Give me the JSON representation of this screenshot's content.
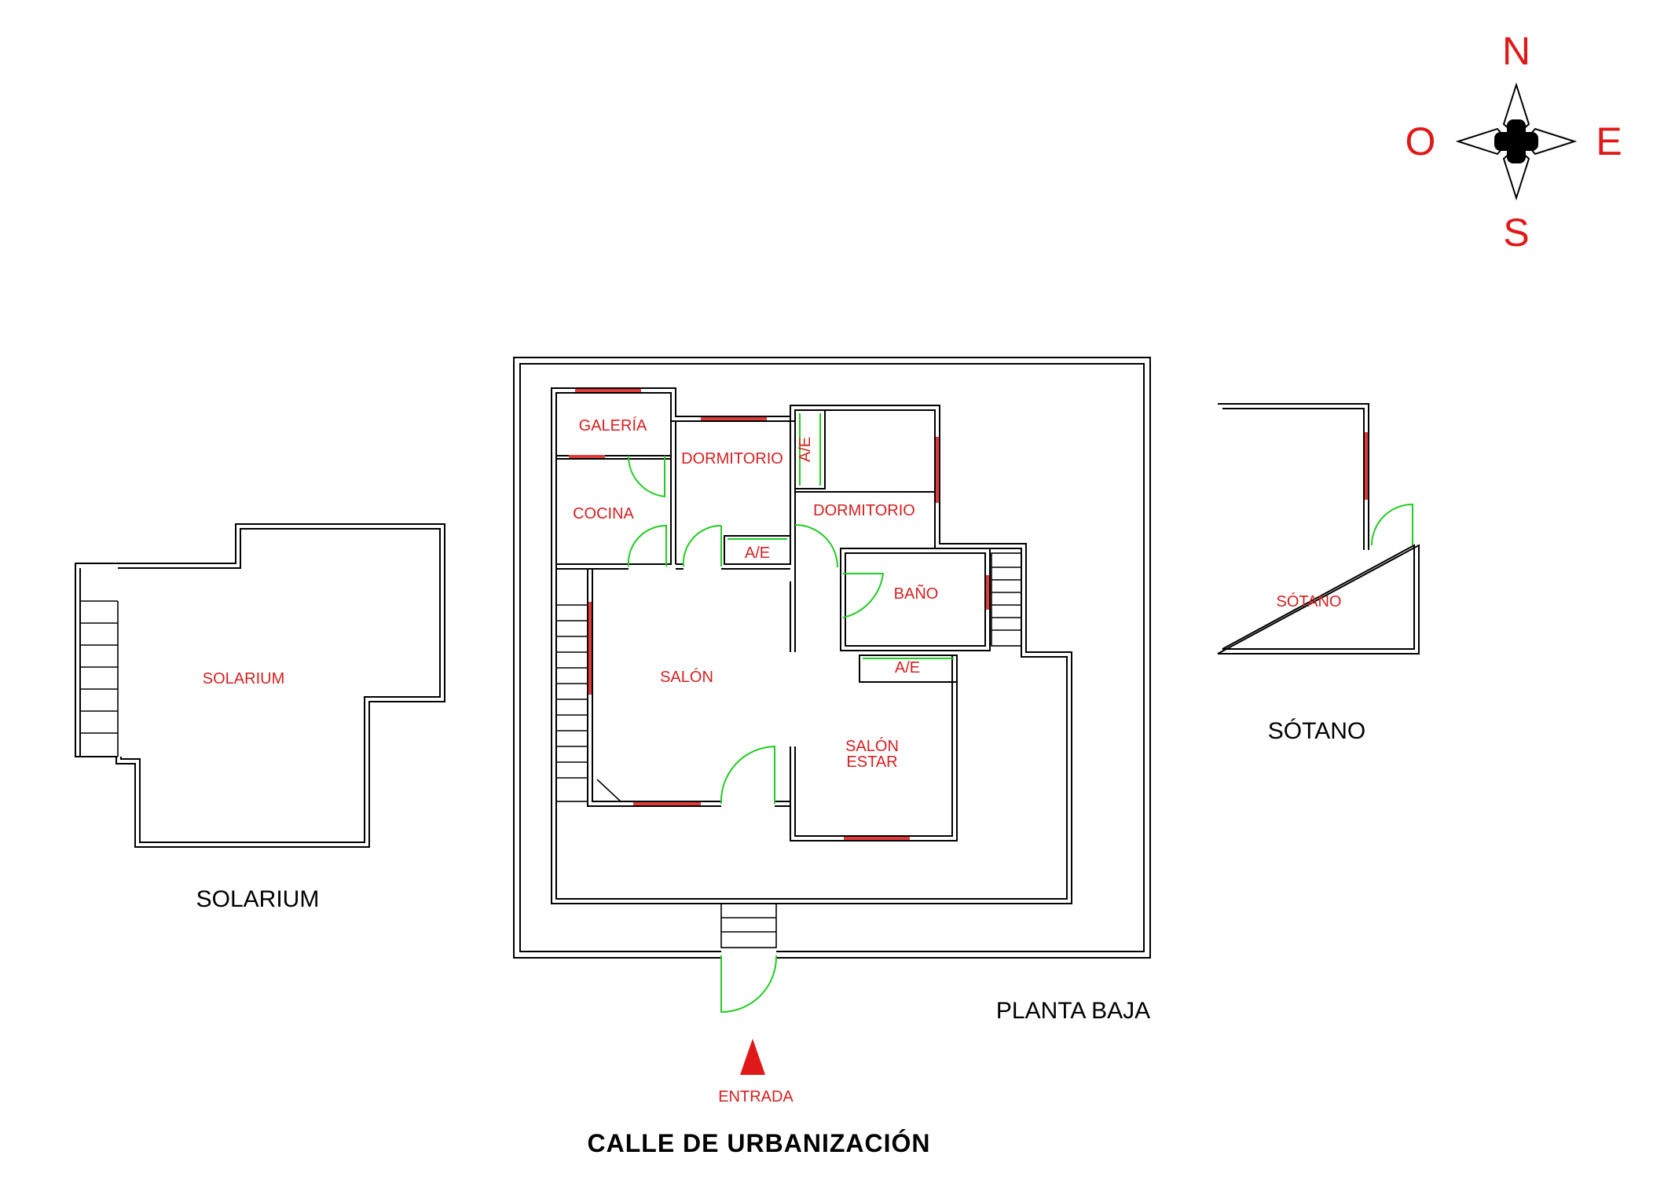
{
  "colors": {
    "walls": "#000000",
    "room_labels": "#d42020",
    "windows": "#e23b3b",
    "doors": "#22cc22",
    "compass_letters": "#e01818",
    "entrance_marker": "#e01818"
  },
  "compass": {
    "north": "N",
    "south": "S",
    "east": "E",
    "west": "O"
  },
  "plans": {
    "solarium": {
      "title": "SOLARIUM",
      "rooms": {
        "solarium": "SOLARIUM"
      }
    },
    "planta_baja": {
      "title": "PLANTA BAJA",
      "rooms": {
        "galeria": "GALERÍA",
        "dormitorio_1": "DORMITORIO",
        "dormitorio_2": "DORMITORIO",
        "cocina": "COCINA",
        "ae_1": "A/E",
        "ae_2": "A/E",
        "ae_3": "A/E",
        "bano": "BAÑO",
        "salon": "SALÓN",
        "salon_estar_line1": "SALÓN",
        "salon_estar_line2": "ESTAR"
      }
    },
    "sotano": {
      "title": "SÓTANO",
      "rooms": {
        "sotano": "SÓTANO"
      }
    }
  },
  "entrance": {
    "label": "ENTRADA"
  },
  "street": {
    "label": "CALLE DE URBANIZACIÓN"
  }
}
